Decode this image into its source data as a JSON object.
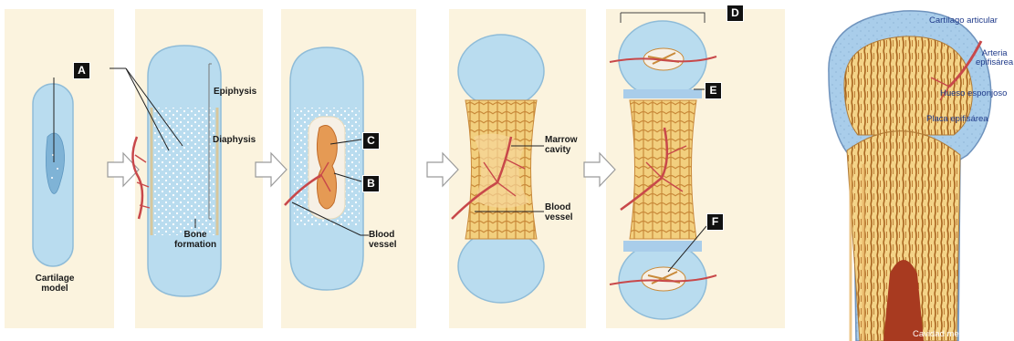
{
  "stage_labels": {
    "cartilage_model": [
      "Cartilage",
      "model"
    ],
    "epiphysis": "Epiphysis",
    "diaphysis": "Diaphysis",
    "bone_formation": [
      "Bone",
      "formation"
    ],
    "blood_vessel_stage3": [
      "Blood",
      "vessel"
    ],
    "marrow_cavity": [
      "Marrow",
      "cavity"
    ],
    "blood_vessel_stage4": [
      "Blood",
      "vessel"
    ]
  },
  "badges": {
    "a": "A",
    "b": "B",
    "c": "C",
    "d": "D",
    "e": "E",
    "f": "F"
  },
  "bone_section_labels": {
    "articular_cartilage": "Cartílago articular",
    "epiphyseal_artery": [
      "Arteria",
      "epifisárea"
    ],
    "spongy_bone": "Hueso esponjoso",
    "epiphyseal_plate": "Placa epifisárea",
    "medullary_cavity": "Cavidad medular"
  },
  "colors": {
    "cartilage": "#b9dcef",
    "cartilage_dark": "#8fbcd8",
    "bone": "#f2cf7e",
    "bone_dark": "#c98a3a",
    "vessel": "#c8484a",
    "panel_bg": "#fbf3de",
    "spanish_text": "#1f3a8a"
  }
}
